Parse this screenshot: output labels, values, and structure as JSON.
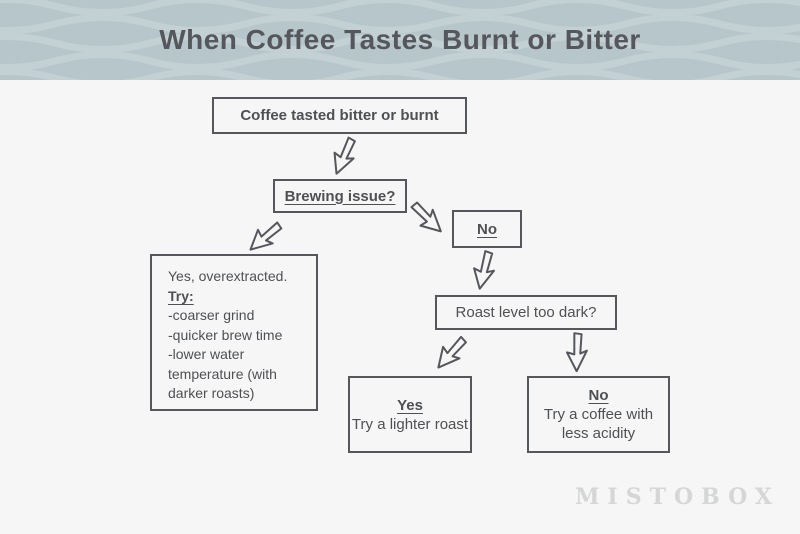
{
  "header": {
    "title": "When Coffee Tastes Burnt or Bitter"
  },
  "flowchart": {
    "start_box": {
      "text": "Coffee tasted bitter or burnt"
    },
    "brewing_box": {
      "text": "Brewing issue?"
    },
    "no_branch_box": {
      "text": "No"
    },
    "overextracted_box": {
      "intro": "Yes, overextracted.",
      "try_label": "Try:",
      "items": [
        "-coarser grind",
        "-quicker brew time",
        "-lower water temperature (with darker roasts)"
      ]
    },
    "roast_box": {
      "text": "Roast level too dark?"
    },
    "lighter_roast_box": {
      "label": "Yes",
      "text": "Try a lighter roast"
    },
    "less_acidity_box": {
      "label": "No",
      "text": "Try a coffee with less acidity"
    }
  },
  "brand": {
    "name": "MISTOBOX"
  },
  "colors": {
    "header_bg": "#b6c6cb",
    "wave_line": "#c3d1d5",
    "body_bg": "#f6f6f6",
    "box_border": "#55575c",
    "text": "#4e5054",
    "brand_text": "#d5d6d7"
  }
}
